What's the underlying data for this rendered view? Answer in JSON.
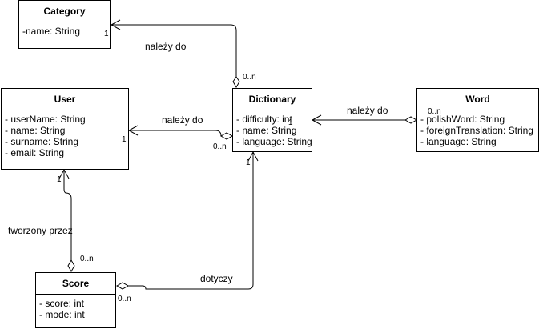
{
  "classes": {
    "category": {
      "name": "Category",
      "attributes": [
        "-name: String"
      ]
    },
    "user": {
      "name": "User",
      "attributes": [
        "- userName: String",
        "- name: String",
        "- surname: String",
        "- email: String"
      ]
    },
    "dictionary": {
      "name": "Dictionary",
      "attributes": [
        "- difficulty: int",
        "- name: String",
        "- language: String"
      ]
    },
    "word": {
      "name": "Word",
      "attributes": [
        "- polishWord: String",
        "- foreignTranslation: String",
        "- language: String"
      ]
    },
    "score": {
      "name": "Score",
      "attributes": [
        "- score: int",
        "- mode: int"
      ]
    }
  },
  "relations": {
    "dict_category": {
      "label": "należy do",
      "target_mult": "1",
      "source_mult": "0..n"
    },
    "dict_user": {
      "label": "należy do",
      "target_mult": "1",
      "source_mult": "0..n"
    },
    "word_dict": {
      "label": "należy do",
      "target_mult": "1",
      "source_mult": "0..n"
    },
    "score_user": {
      "label": "tworzony przez",
      "target_mult": "1",
      "source_mult": "0..n"
    },
    "score_dict": {
      "label": "dotyczy",
      "target_mult": "1",
      "source_mult": "0..n"
    }
  }
}
